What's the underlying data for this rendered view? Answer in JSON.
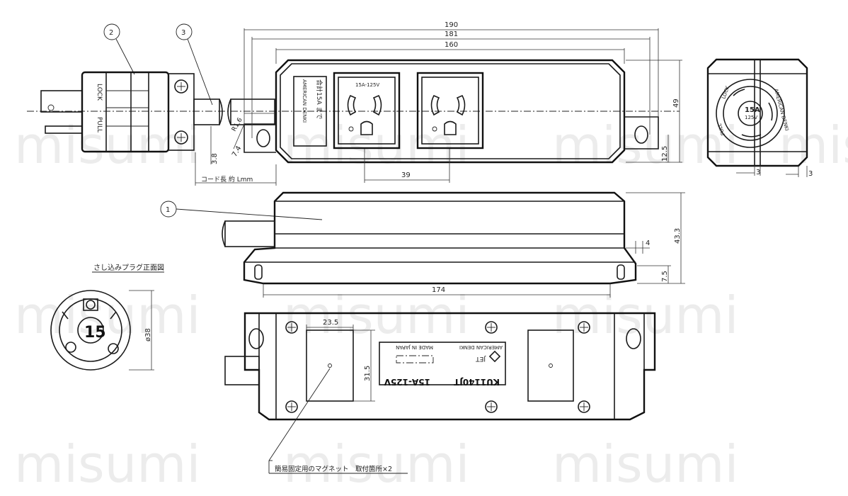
{
  "watermark": "misumi",
  "callouts": [
    "1",
    "2",
    "3"
  ],
  "plug": {
    "lock": "LOCK",
    "pull": "PULL"
  },
  "top_view": {
    "dim_190": "190",
    "dim_181": "181",
    "dim_160": "160",
    "dim_49": "49",
    "dim_12_5": "12.5",
    "dim_39": "39",
    "dim_3_8": "3.8",
    "dim_7_4": "7.4",
    "dim_r": "R1.6",
    "cord_length": "コード長 約 Lmm",
    "label_total": "合計15A まで",
    "label_brand": "AMERICAN DENKI",
    "outlet_rating": "15A-125V"
  },
  "end_view": {
    "dim_3_left": "3",
    "dim_3_right": "3",
    "lock": "LOCK",
    "pull": "PULL",
    "rating": "15A",
    "voltage": "125V",
    "brand": "AMERICAN DENKI"
  },
  "side_view": {
    "dim_174": "174",
    "dim_43_3": "43.3",
    "dim_4": "4",
    "dim_7_5": "7.5"
  },
  "plug_front": {
    "title": "さし込みプラグ正面図",
    "dim_38": "ø38",
    "rating": "15"
  },
  "bottom_view": {
    "dim_23_5": "23.5",
    "dim_31_5": "31.5",
    "maker": "AMERICAN DENKI",
    "made_in": "MADE IN JAPAN",
    "jet": "JET",
    "model": "KU1140JT",
    "rating": "15A-125V",
    "magnet_note": "簡易固定用のマグネット　取付箇所×2"
  }
}
